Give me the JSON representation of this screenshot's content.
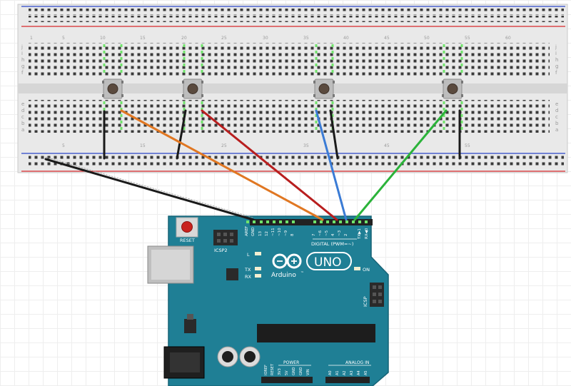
{
  "colors": {
    "breadboard": "#e9e9e9",
    "rail_red": "#d8282c",
    "rail_blue": "#2a44c8",
    "board": "#1f7f95",
    "board_edge": "#176477",
    "header": "#222222",
    "wire_black": "#1a1a1a",
    "wire_orange": "#e07722",
    "wire_red": "#b81e1e",
    "wire_blue": "#3a7bd5",
    "wire_green": "#2bb33a",
    "pin_active": "#6fe36a"
  },
  "breadboard": {
    "row_letters_top": [
      "j",
      "i",
      "h",
      "g",
      "f"
    ],
    "row_letters_bottom": [
      "e",
      "d",
      "c",
      "b",
      "a"
    ],
    "column_numbers": [
      "1",
      "5",
      "10",
      "15",
      "20",
      "25",
      "30",
      "35",
      "40",
      "45",
      "50",
      "55",
      "60"
    ]
  },
  "buttons": [
    {
      "name": "button-1"
    },
    {
      "name": "button-2"
    },
    {
      "name": "button-3"
    },
    {
      "name": "button-4"
    }
  ],
  "arduino": {
    "reset_label": "RESET",
    "icsp2_label": "ICSP2",
    "icsp_label": "ICSP",
    "led_l_label": "L",
    "led_tx_label": "TX",
    "led_rx_label": "RX",
    "on_label": "ON",
    "brand_label": "Arduino",
    "tm_label": "™",
    "model_label": "UNO",
    "digital_label": "DIGITAL (PWM=~)",
    "power_label": "POWER",
    "analog_label": "ANALOG IN",
    "top_pin_labels": [
      "AREF",
      "GND",
      "13",
      "12",
      "~11",
      "~10",
      "~9",
      "8",
      "7",
      "~6",
      "~5",
      "4",
      "~3",
      "2",
      "TX▶1",
      "RX◀0"
    ],
    "power_pin_labels": [
      "IOREF",
      "RESET",
      "3V3",
      "5V",
      "GND",
      "GND",
      "VIN"
    ],
    "analog_pin_labels": [
      "A0",
      "A1",
      "A2",
      "A3",
      "A4",
      "A5"
    ]
  }
}
